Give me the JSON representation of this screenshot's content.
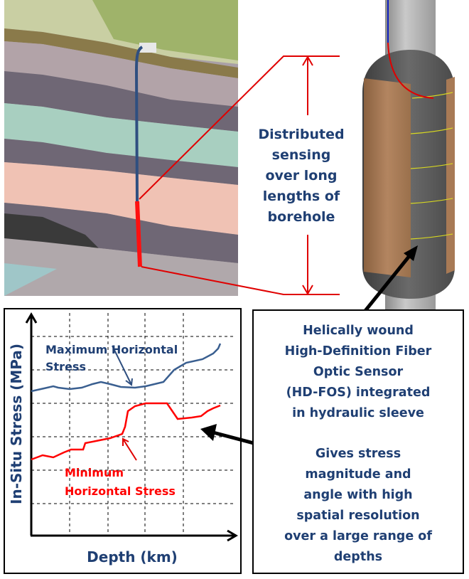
{
  "colors": {
    "text_blue": "#1f3f73",
    "red": "#e00000",
    "max_curve": "#3a5f90",
    "sleeve": "#a87a55"
  },
  "bracket_text": [
    "Distributed",
    "sensing",
    "over long",
    "lengths of",
    "borehole"
  ],
  "sensor_text": [
    "Helically wound",
    "High-Definition Fiber",
    "Optic Sensor",
    "(HD-FOS) integrated",
    "in hydraulic sleeve"
  ],
  "result_text": [
    "Gives stress",
    "magnitude and",
    "angle with high",
    "spatial resolution",
    "over a large range of",
    "depths"
  ],
  "chart": {
    "ylabel": "In-Situ Stress (MPa)",
    "xlabel": "Depth (km)",
    "max_label": [
      "Maximum Horizontal",
      "Stress"
    ],
    "min_label": [
      "Minimum",
      "Horizontal Stress"
    ]
  }
}
